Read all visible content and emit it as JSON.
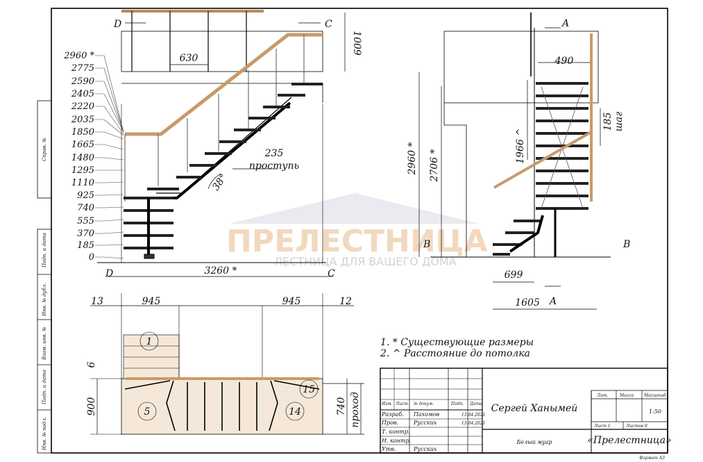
{
  "levels": [
    "2960 *",
    "2775",
    "2590",
    "2405",
    "2220",
    "2035",
    "1850",
    "1665",
    "1480",
    "1295",
    "1110",
    "925",
    "740",
    "555",
    "370",
    "185",
    "0"
  ],
  "front": {
    "dim_top": "630",
    "dim_right": "1009",
    "dim_bottom": "3260 *",
    "tread": "235",
    "tread_label": "проступь",
    "angle": "38°",
    "corner_d": "D",
    "corner_c": "C"
  },
  "side": {
    "dim_top": "490",
    "height_total": "2960 *",
    "height_2": "2706 *",
    "ceiling": "1966 ^",
    "step": "185",
    "step_label": "шаг",
    "dim_699": "699",
    "dim_1605": "1605",
    "mark_a": "A",
    "mark_b": "B"
  },
  "plan": {
    "d13": "13",
    "d945a": "945",
    "d945b": "945",
    "d12": "12",
    "d6": "6",
    "d900": "900",
    "d740": "740",
    "proxod": "проход",
    "n1": "1",
    "n5": "5",
    "n14": "14",
    "n15": "15"
  },
  "notes": [
    "1.   * Существующие размеры",
    "2.   ^ Расстояние до потолка"
  ],
  "title_block": {
    "hdr": [
      "Изм.",
      "Лист",
      "№ докум.",
      "Подп.",
      "Дата"
    ],
    "rows": [
      {
        "role": "Разраб.",
        "name": "Пахомов",
        "date": "15.04.2021"
      },
      {
        "role": "Пров.",
        "name": "Русских",
        "date": "15.04.2021"
      },
      {
        "role": "Т. контр.",
        "name": "",
        "date": ""
      },
      {
        "role": "Н. контр.",
        "name": "",
        "date": ""
      },
      {
        "role": "Утв.",
        "name": "Русских",
        "date": ""
      }
    ],
    "client": "Сергей Ханымей",
    "material": "Белый муар",
    "company": "«Прелестница»",
    "lit": "Лит.",
    "mass": "Масса",
    "scale_lbl": "Масштаб",
    "scale": "1:50",
    "sheet": "Лист 1",
    "sheets": "Листов 9",
    "format": "Формат A3"
  },
  "side_labels": [
    "Справ. №",
    "Подп. и дата",
    "Инв. № дубл.",
    "Взам. инв. №",
    "Подп. и дата",
    "Инв. № подл."
  ],
  "watermark": {
    "title": "ПРЕЛЕСТНИЦА",
    "subtitle": "ЛЕСТНИЦА ДЛЯ ВАШЕГО ДОМА"
  }
}
